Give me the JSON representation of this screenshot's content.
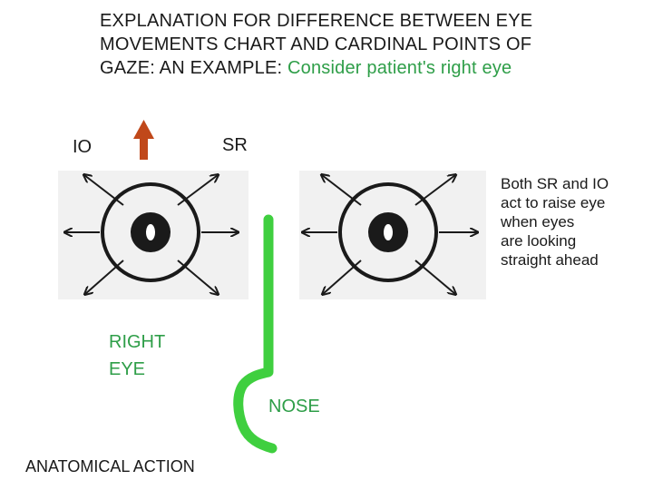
{
  "title": {
    "main": "EXPLANATION FOR DIFFERENCE BETWEEN EYE MOVEMENTS CHART AND CARDINAL POINTS OF GAZE: AN EXAMPLE:",
    "highlight": "Consider patient's right eye"
  },
  "labels": {
    "io": "IO",
    "sr": "SR",
    "right_eye": [
      "RIGHT",
      "EYE"
    ],
    "nose": "NOSE",
    "anatomical_action": "ANATOMICAL ACTION"
  },
  "note": [
    "Both SR and IO",
    "act to raise eye",
    "when eyes",
    "are looking",
    "straight ahead"
  ],
  "colors": {
    "text": "#1a1a1a",
    "green_text": "#2e9e48",
    "nose_line": "#3fcf3f",
    "up_arrow": "#c0481a",
    "eye_panel": "#f1f1f1"
  }
}
